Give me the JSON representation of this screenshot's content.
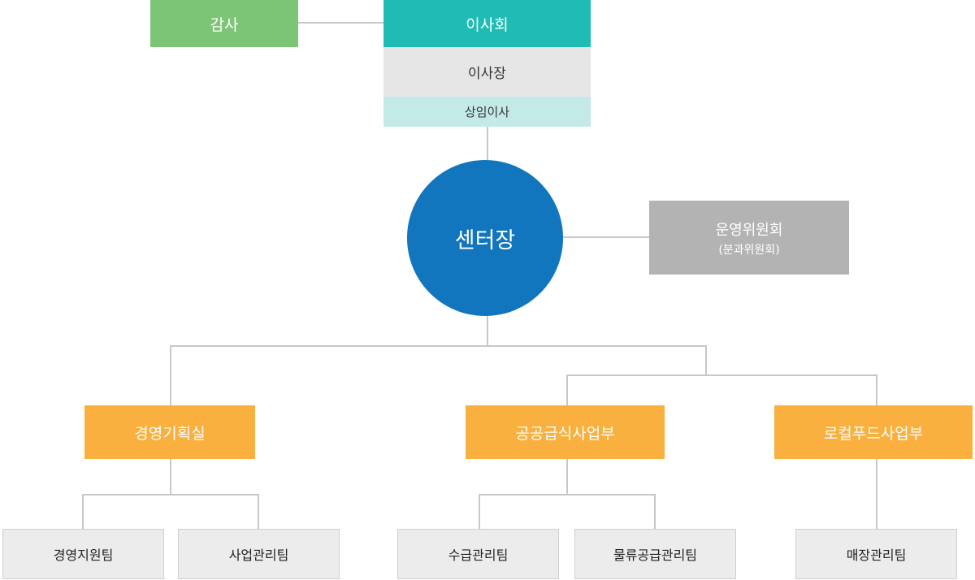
{
  "org": {
    "audit": "감사",
    "board": "이사회",
    "chair": "이사장",
    "executive_director": "상임이사",
    "director": "센터장",
    "committee": {
      "name": "운영위원회",
      "sub": "(분과위원회)"
    },
    "departments": [
      {
        "name": "경영기획실",
        "teams": [
          "경영지원팀",
          "사업관리팀"
        ]
      },
      {
        "name": "공공급식사업부",
        "teams": [
          "수급관리팀",
          "물류공급관리팀"
        ]
      },
      {
        "name": "로컬푸드사업부",
        "teams": [
          "매장관리팀"
        ]
      }
    ]
  },
  "colors": {
    "audit": "#7cc576",
    "board": "#1fbcb3",
    "chair": "#e6e6e6",
    "executive": "#c4eae8",
    "director": "#1176bd",
    "committee": "#b3b3b3",
    "department": "#f9b03f",
    "team": "#ececec",
    "connector": "#c8c8c8"
  }
}
